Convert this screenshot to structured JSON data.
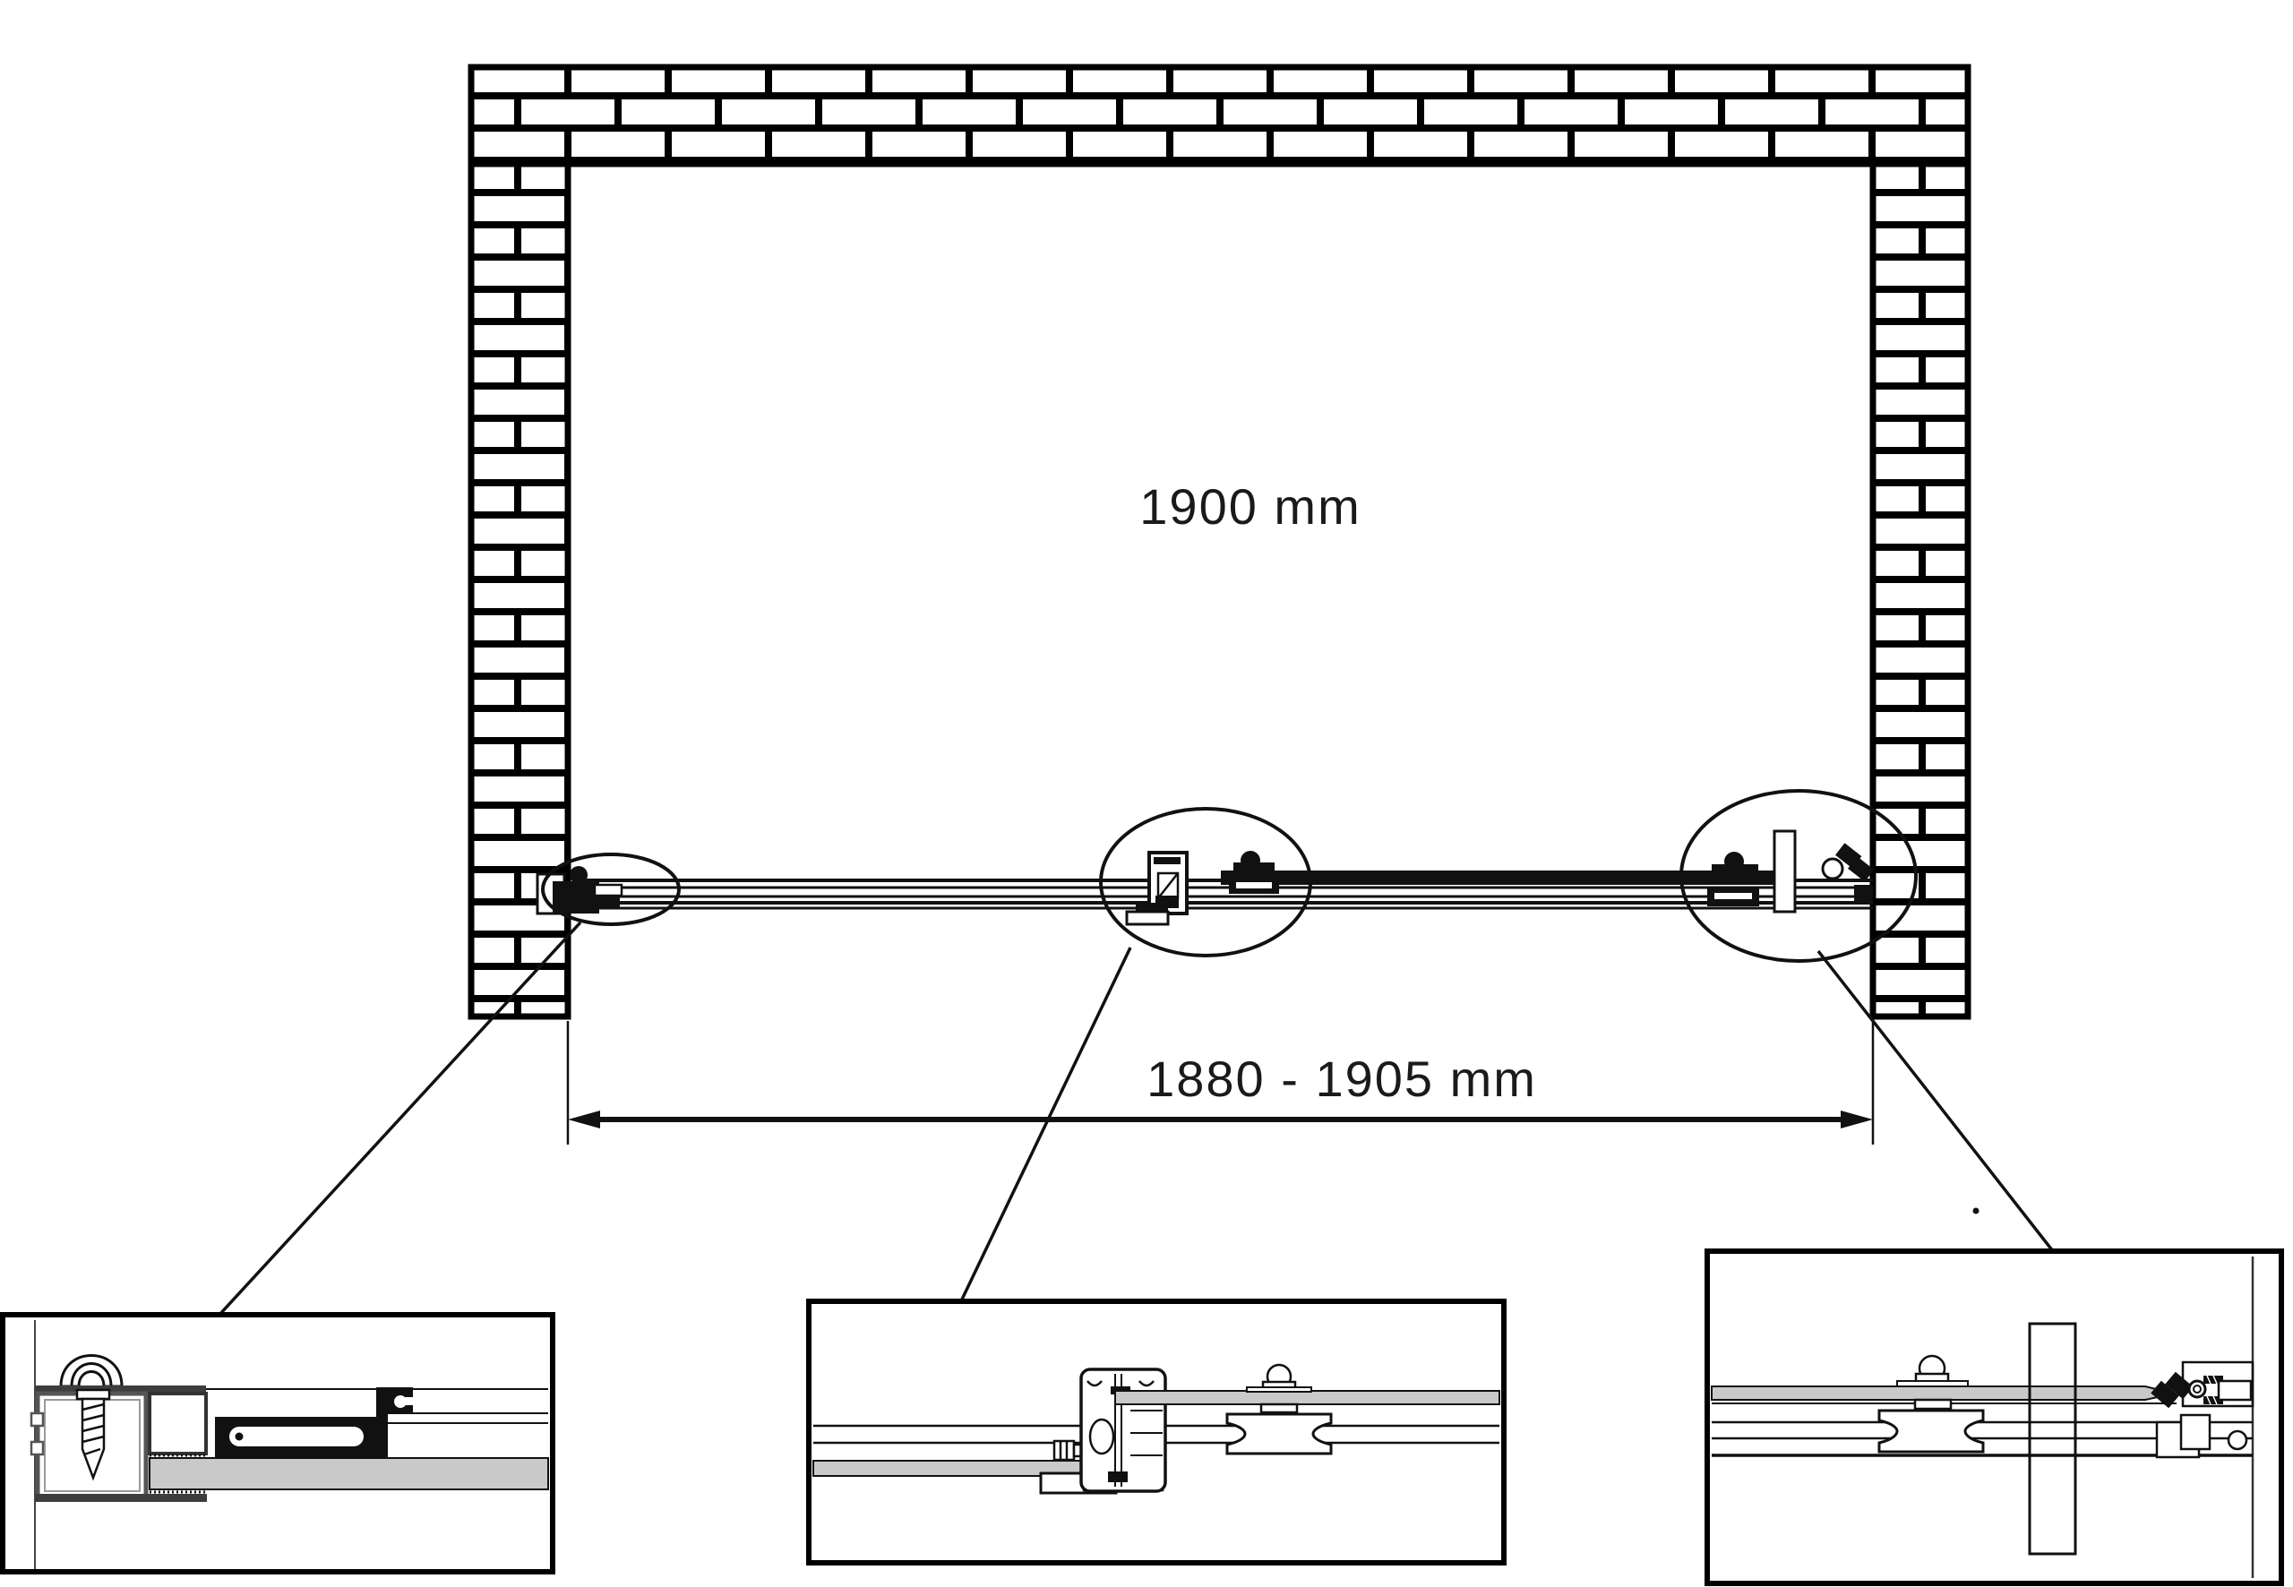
{
  "labels": {
    "height": "1900 mm",
    "width_range": "1880 - 1905 mm"
  },
  "colors": {
    "ink": "#111111",
    "glass": "#c9c9c9",
    "profile_dark": "#3d3d3d",
    "background": "#ffffff"
  },
  "details": [
    {
      "id": "left",
      "icon": "wall-profile-screw-section-icon"
    },
    {
      "id": "middle",
      "icon": "panel-connector-roller-section-icon"
    },
    {
      "id": "right",
      "icon": "roller-handle-wall-clamp-section-icon"
    }
  ]
}
